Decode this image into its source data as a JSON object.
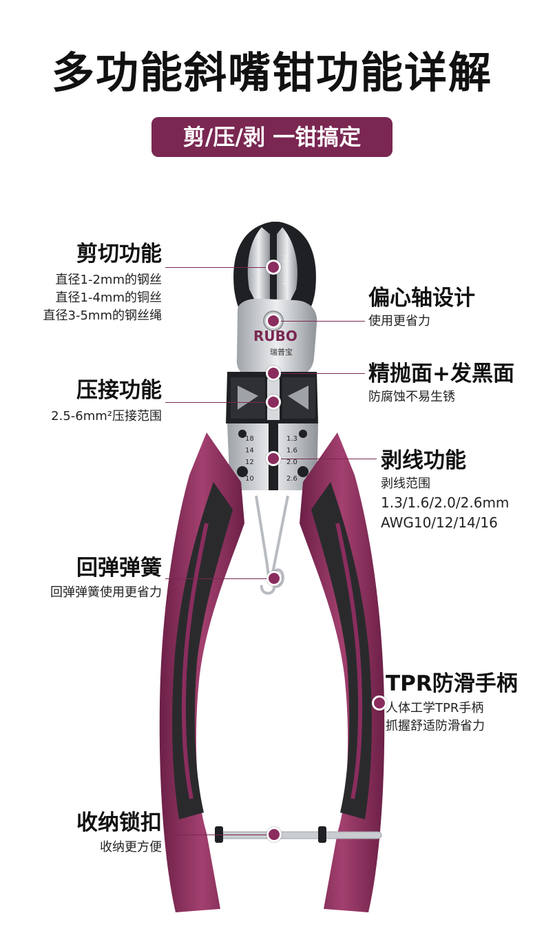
{
  "header": {
    "title": "多功能斜嘴钳功能详解",
    "subtitle": "剪/压/剥 一钳搞定"
  },
  "product": {
    "brand_logo": "RUBO",
    "brand_cn": "瑞普宝",
    "model": "RB-33031",
    "crimp_marks_left": [
      "18",
      "14",
      "12",
      "10"
    ],
    "crimp_marks_right": [
      "1.3",
      "1.6",
      "2.0",
      "2.6"
    ]
  },
  "features": {
    "cutting": {
      "heading": "剪切功能",
      "lines": [
        "直径1-2mm的钢丝",
        "直径1-4mm的铜丝",
        "直径3-5mm的钢丝绳"
      ]
    },
    "eccentric_axis": {
      "heading": "偏心轴设计",
      "lines": [
        "使用更省力"
      ]
    },
    "finish": {
      "heading": "精抛面+发黑面",
      "lines": [
        "防腐蚀不易生锈"
      ]
    },
    "crimping": {
      "heading": "压接功能",
      "lines": [
        "2.5-6mm²压接范围"
      ]
    },
    "stripping": {
      "heading": "剥线功能",
      "lines": [
        "剥线范围",
        "1.3/1.6/2.0/2.6mm",
        "AWG10/12/14/16"
      ]
    },
    "spring": {
      "heading": "回弹弹簧",
      "lines": [
        "回弹弹簧使用更省力"
      ]
    },
    "handle": {
      "heading": "TPR防滑手柄",
      "lines": [
        "人体工学TPR手柄",
        "抓握舒适防滑省力"
      ]
    },
    "lock": {
      "heading": "收纳锁扣",
      "lines": [
        "收纳更方便"
      ]
    }
  },
  "colors": {
    "accent": "#7a2752",
    "handle_primary": "#8a2d5e",
    "handle_dark": "#2a2a2c",
    "steel": "#c9ccd0",
    "steel_dark": "#1e1f22"
  }
}
